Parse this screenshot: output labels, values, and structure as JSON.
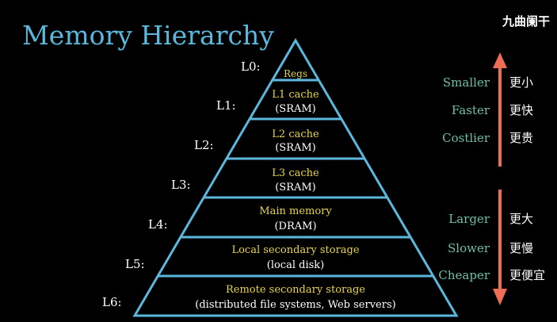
{
  "title": "Memory Hierarchy",
  "watermark": "九曲阑干",
  "colors": {
    "background": "#000000",
    "title": "#5bb8dc",
    "pyramid_stroke": "#5bb8dc",
    "level_name": "#e8d44d",
    "level_detail": "#ffffff",
    "level_label": "#ffffff",
    "side_label": "#6fbfa6",
    "side_label_cn": "#ffffff",
    "arrow": "#ee6d57"
  },
  "levels": [
    {
      "label": "L0:",
      "name": "Regs",
      "detail": ""
    },
    {
      "label": "L1:",
      "name": "L1 cache",
      "detail": "(SRAM)"
    },
    {
      "label": "L2:",
      "name": "L2 cache",
      "detail": "(SRAM)"
    },
    {
      "label": "L3:",
      "name": "L3 cache",
      "detail": "(SRAM)"
    },
    {
      "label": "L4:",
      "name": "Main memory",
      "detail": "(DRAM)"
    },
    {
      "label": "L5:",
      "name": "Local secondary storage",
      "detail": "(local disk)"
    },
    {
      "label": "L6:",
      "name": "Remote secondary storage",
      "detail": "(distributed file systems, Web servers)"
    }
  ],
  "top_side": [
    {
      "en": "Smaller",
      "cn": "更小"
    },
    {
      "en": "Faster",
      "cn": "更快"
    },
    {
      "en": "Costlier",
      "cn": "更贵"
    }
  ],
  "bottom_side": [
    {
      "en": "Larger",
      "cn": "更大"
    },
    {
      "en": "Slower",
      "cn": "更慢"
    },
    {
      "en": "Cheaper",
      "cn": "更便宜"
    }
  ]
}
